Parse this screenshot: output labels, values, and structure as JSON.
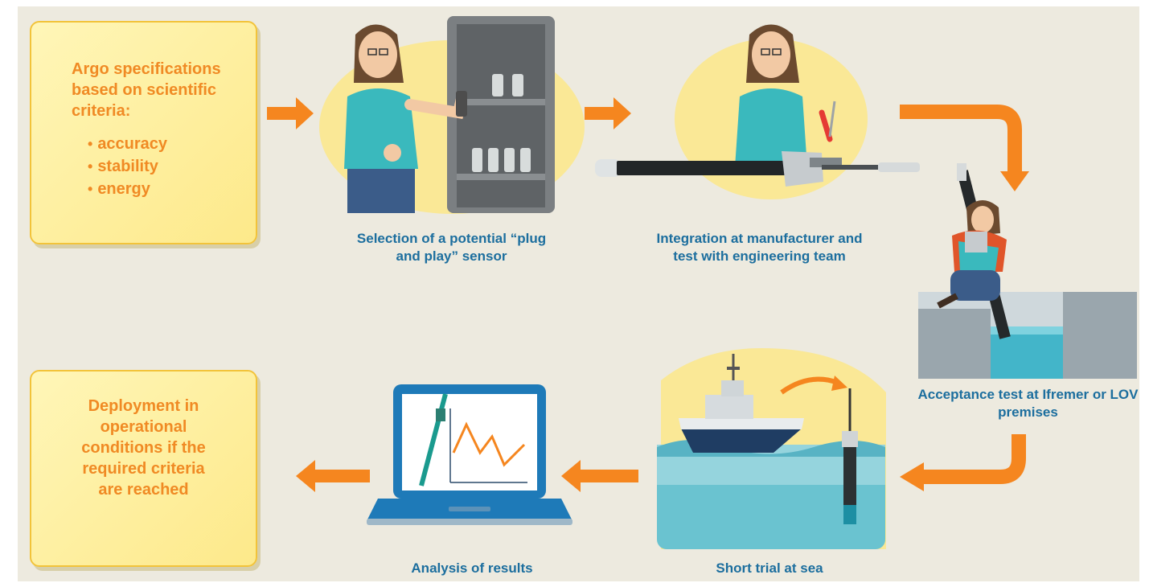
{
  "specs": {
    "title": "Argo specifications based on scientific criteria:",
    "criteria": [
      "accuracy",
      "stability",
      "energy"
    ]
  },
  "deploy": {
    "text": "Deployment in operational conditions if the required criteria are reached"
  },
  "steps": {
    "selection": "Selection of a potential “plug and play” sensor",
    "integration": "Integration at manufacturer and test with engineering team",
    "acceptance": "Acceptance test at Ifremer or LOV premises",
    "trial": "Short trial at sea",
    "analysis": "Analysis of results"
  },
  "colors": {
    "background": "#edeadf",
    "arrow": "#f5861f",
    "box_text": "#f08a24",
    "caption_text": "#1c6e9e",
    "box_fill": "#fdec95",
    "box_border": "#f2c33a"
  }
}
